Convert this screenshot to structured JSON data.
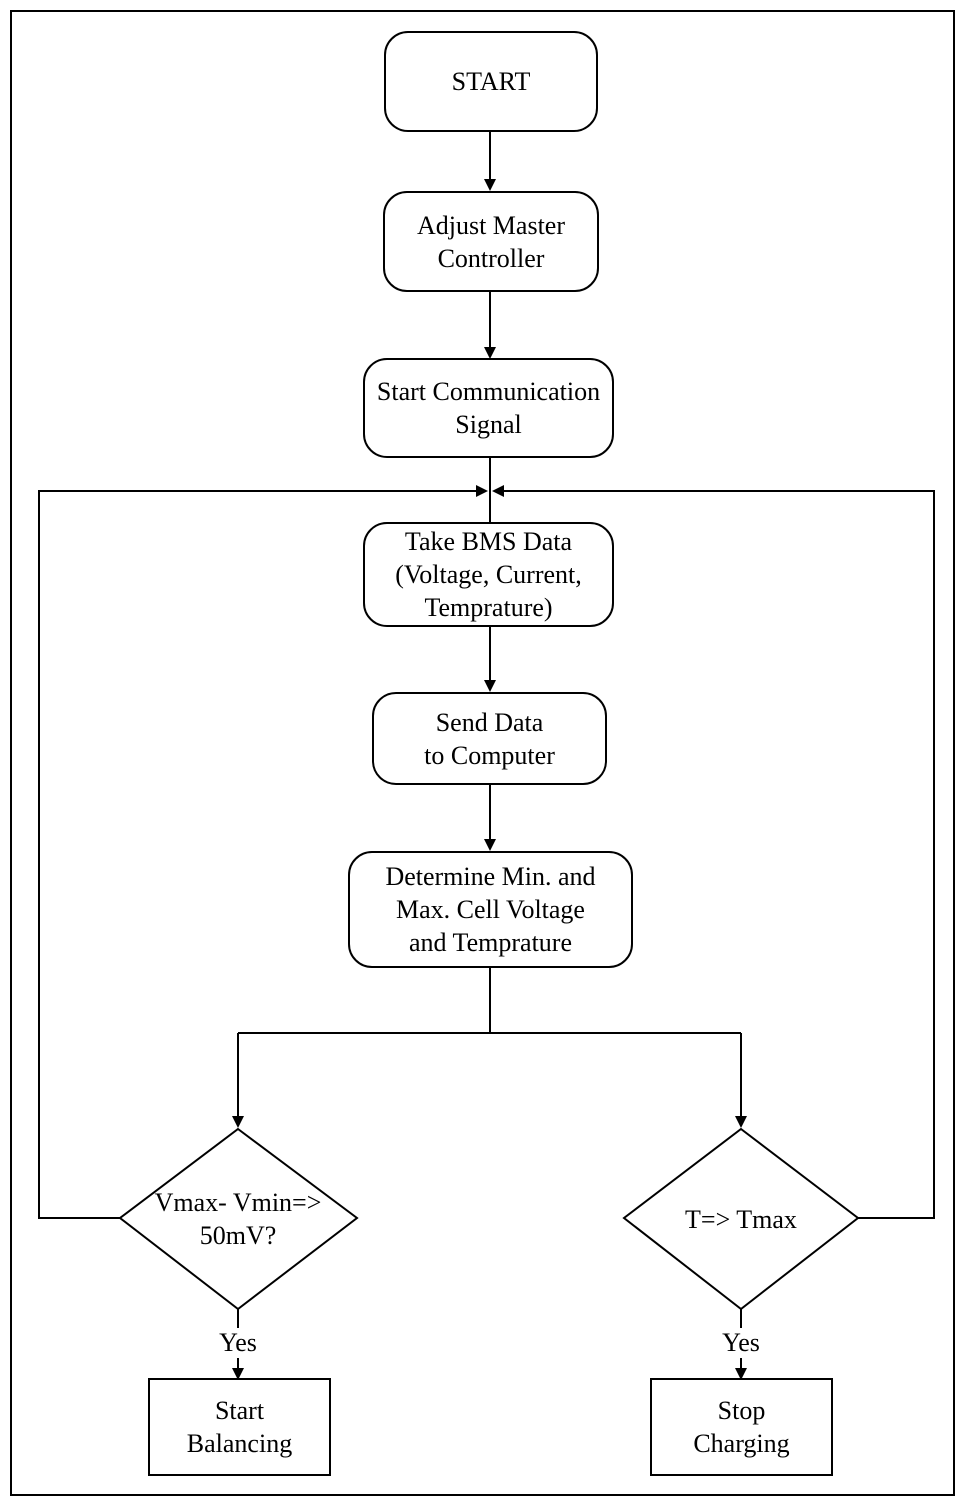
{
  "nodes": {
    "start": [
      "START"
    ],
    "adjust": [
      "Adjust Master",
      "Controller"
    ],
    "comm": [
      "Start Communication",
      "Signal"
    ],
    "take": [
      "Take BMS Data",
      "(Voltage, Current,",
      "Temprature)"
    ],
    "send": [
      "Send Data",
      "to Computer"
    ],
    "determine": [
      "Determine Min. and",
      "Max. Cell Voltage",
      "and Temprature"
    ],
    "decision_v": [
      "Vmax- Vmin=>",
      "50mV?"
    ],
    "decision_t": [
      "T=> Tmax"
    ],
    "balance": [
      "Start",
      "Balancing"
    ],
    "stop": [
      "Stop",
      "Charging"
    ]
  },
  "labels": {
    "yes_left": "Yes",
    "yes_right": "Yes"
  }
}
